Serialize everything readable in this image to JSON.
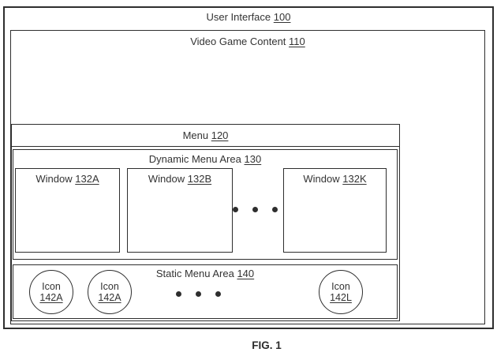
{
  "figure": {
    "user_interface": {
      "label": "User Interface",
      "ref": "100"
    },
    "video_game_content": {
      "label": "Video Game Content",
      "ref": "110"
    },
    "menu": {
      "label": "Menu",
      "ref": "120"
    },
    "dynamic_menu_area": {
      "label": "Dynamic Menu Area",
      "ref": "130",
      "windows": [
        {
          "label": "Window",
          "ref": "132A"
        },
        {
          "label": "Window",
          "ref": "132B"
        },
        {
          "label": "Window",
          "ref": "132K"
        }
      ]
    },
    "static_menu_area": {
      "label": "Static Menu Area",
      "ref": "140",
      "icons": [
        {
          "label": "Icon",
          "ref": "142A"
        },
        {
          "label": "Icon",
          "ref": "142A"
        },
        {
          "label": "Icon",
          "ref": "142L"
        }
      ]
    },
    "caption": "FIG. 1",
    "colors": {
      "line": "#2e2e2e",
      "text": "#333333",
      "background": "#ffffff"
    }
  }
}
